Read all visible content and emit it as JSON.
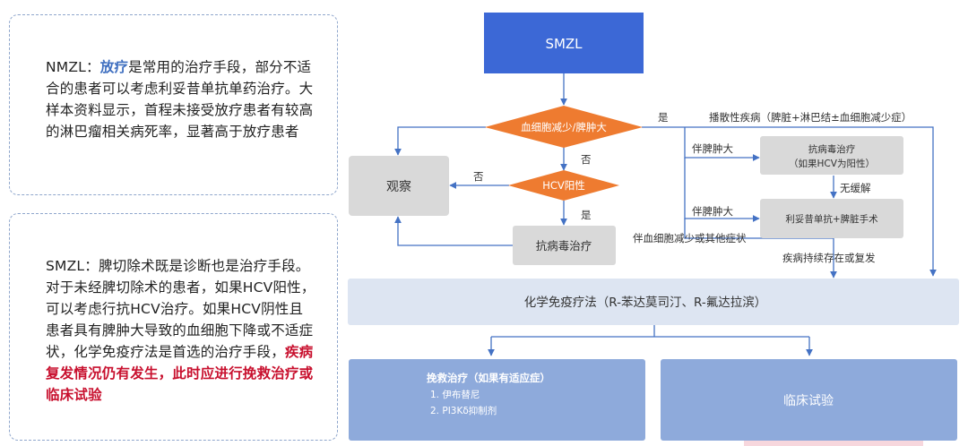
{
  "left_panels": {
    "nmzl": {
      "prefix": "NMZL：",
      "highlight": "放疗",
      "text": "是常用的治疗手段，部分不适合的患者可以考虑利妥昔单抗单药治疗。大样本资料显示，首程未接受放疗患者有较高的淋巴瘤相关病死率，显著高于放疗患者"
    },
    "smzl": {
      "text": "SMZL：脾切除术既是诊断也是治疗手段。对于未经脾切除术的患者，如果HCV阳性，可以考虑行抗HCV治疗。如果HCV阴性且患者具有脾肿大导致的血细胞下降或不适症状，化学免疫疗法是首选的治疗手段，",
      "highlight": "疾病复发情况仍有发生，此时应进行挽救治疗或临床试验"
    }
  },
  "flowchart": {
    "start": "SMZL",
    "decision1": "血细胞减少/脾肿大",
    "decision2": "HCV阳性",
    "observe": "观察",
    "antiviral": "抗病毒治疗",
    "antiviral_hcv": [
      "抗病毒治疗",
      "（如果HCV为阳性）"
    ],
    "rituximab": "利妥昔单抗+脾脏手术",
    "chemo": "化学免疫疗法（R-苯达莫司汀、R-氟达拉滨）",
    "salvage_title": "挽救治疗（如果有适应症）",
    "salvage_items": [
      "1. 伊布替尼",
      "2. PI3Kδ抑制剂"
    ],
    "clinical_trial": "临床试验",
    "label_yes": "是",
    "label_no": "否",
    "label_no2": "否",
    "label_yes2": "是",
    "label_disseminated": "播散性疾病（脾脏+淋巴结±血细胞减少症）",
    "label_splenomegaly1": "伴脾肿大",
    "label_splenomegaly2": "伴脾肿大",
    "label_no_relief": "无缓解",
    "label_cytopenia": "伴血细胞减少或其他症状",
    "label_persistent": "疾病持续存在或复发"
  },
  "colors": {
    "start_box": "#3c68d6",
    "decision": "#ee7b30",
    "gray_box": "#d9d9d9",
    "chemo_box": "#dde5f2",
    "bottom_box": "#8eaadb",
    "line": "#4472c4",
    "accent_blue": "#3f6fc0",
    "accent_red": "#c8102e"
  }
}
